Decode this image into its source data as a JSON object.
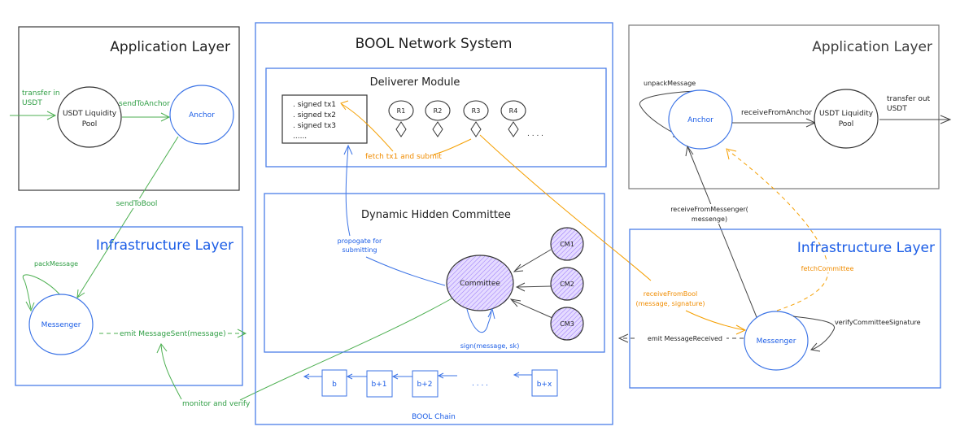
{
  "title": "BOOL Network System",
  "colors": {
    "blue": "#1a5ce6",
    "green": "#2f9e44",
    "orange": "#f08c00",
    "committee_fill": "#d0bfff"
  },
  "left": {
    "app_layer": {
      "title": "Application Layer",
      "pool_label_1": "USDT Liquidity",
      "pool_label_2": "Pool",
      "anchor_label": "Anchor",
      "transfer_in_1": "transfer in",
      "transfer_in_2": "USDT",
      "send_to_anchor": "sendToAnchor"
    },
    "send_to_bool": "sendToBool",
    "infra_layer": {
      "title": "Infrastructure Layer",
      "messenger_label": "Messenger",
      "pack_message": "packMessage",
      "emit_label": "emit MessageSent(message)"
    },
    "monitor_verify": "monitor and verify"
  },
  "center": {
    "title": "BOOL Network System",
    "deliverer": {
      "title": "Deliverer Module",
      "tx_list": [
        ". signed tx1",
        ". signed tx2",
        ". signed tx3",
        "......"
      ],
      "relayers": [
        "R1",
        "R2",
        "R3",
        "R4"
      ],
      "more": ". . . .",
      "fetch_label": "fetch tx1 and submit"
    },
    "committee": {
      "title": "Dynamic Hidden Committee",
      "propagate_1": "propogate for",
      "propagate_2": "submitting",
      "committee_label": "Committee",
      "members": [
        "CM1",
        "CM2",
        "CM3"
      ],
      "sign_label": "sign(message, sk)"
    },
    "chain": {
      "blocks": [
        "b",
        "b+1",
        "b+2",
        "b+x"
      ],
      "ellipsis": ". . . .",
      "label": "BOOL Chain"
    }
  },
  "right": {
    "app_layer": {
      "title": "Application Layer",
      "anchor_label": "Anchor",
      "pool_label_1": "USDT Liquidity",
      "pool_label_2": "Pool",
      "unpack_message": "unpackMessage",
      "receive_from_anchor": "receiveFromAnchor",
      "transfer_out_1": "transfer out",
      "transfer_out_2": "USDT"
    },
    "receive_from_messenger_1": "receiveFromMessenger(",
    "receive_from_messenger_2": "messenge)",
    "infra_layer": {
      "title": "Infrastructure Layer",
      "messenger_label": "Messenger",
      "fetch_committee": "fetchCommittee",
      "receive_from_bool_1": "receiveFromBool",
      "receive_from_bool_2": "(message, signature)",
      "verify_sig": "verifyCommitteeSignature",
      "emit_label": "emit MessageReceived"
    }
  }
}
